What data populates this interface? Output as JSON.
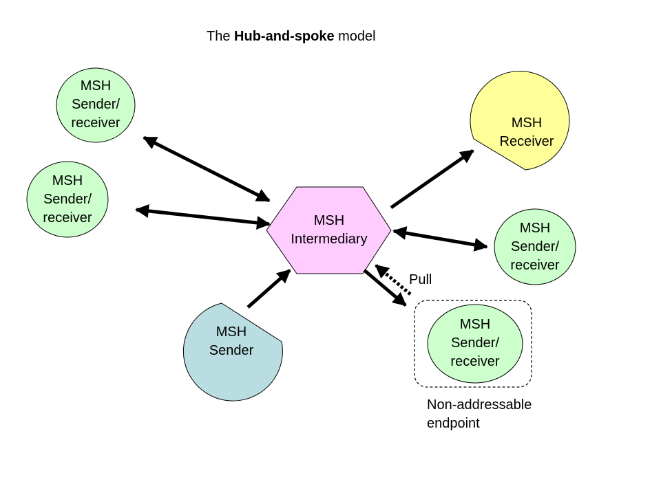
{
  "title": {
    "prefix": "The ",
    "bold": "Hub-and-spoke",
    "suffix": " model"
  },
  "hub": {
    "line1": "MSH",
    "line2": "Intermediary"
  },
  "nodes": {
    "left_top": {
      "line1": "MSH",
      "line2": "Sender/",
      "line3": "receiver"
    },
    "left_mid": {
      "line1": "MSH",
      "line2": "Sender/",
      "line3": "receiver"
    },
    "sender": {
      "line1": "MSH",
      "line2": "Sender"
    },
    "receiver": {
      "line1": "MSH",
      "line2": "Receiver"
    },
    "right_mid": {
      "line1": "MSH",
      "line2": "Sender/",
      "line3": "receiver"
    },
    "non_addr": {
      "line1": "MSH",
      "line2": "Sender/",
      "line3": "receiver"
    }
  },
  "pull_label": "Pull",
  "non_addressable": {
    "line1": "Non-addressable",
    "line2": "endpoint"
  },
  "colors": {
    "sender_receiver": "#ccffcc",
    "receiver": "#ffff99",
    "sender": "#b9dde0",
    "hub": "#ffccff",
    "stroke": "#000000"
  }
}
